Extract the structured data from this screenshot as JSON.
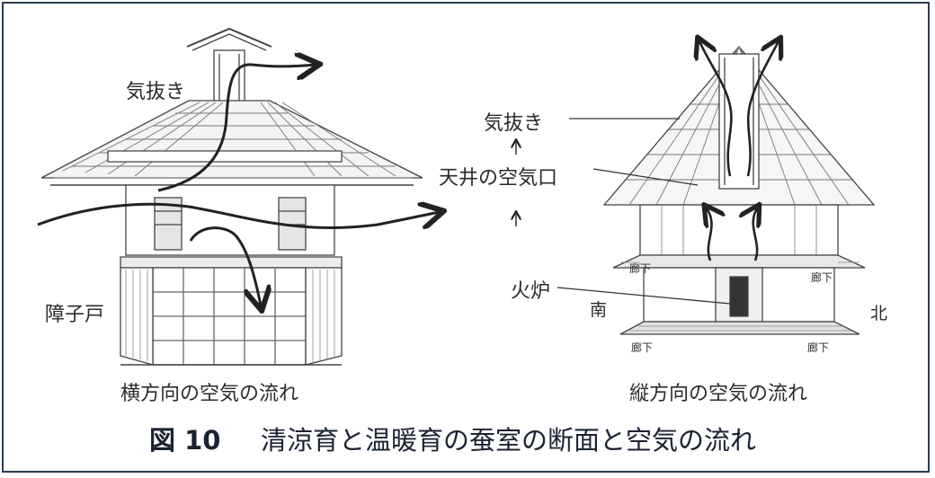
{
  "left_diagram": {
    "label_air_vent": "気抜き",
    "label_shoji_door": "障子戸",
    "subtitle": "横方向の空気の流れ"
  },
  "right_diagram": {
    "label_air_vent": "気抜き",
    "label_ceiling_air_inlet": "天井の空気口",
    "label_fire_pit": "火炉",
    "label_corridor_upper_left": "廊下",
    "label_corridor_upper_right": "廊下",
    "label_corridor_lower_left": "廊下",
    "label_corridor_lower_right": "廊下",
    "label_south": "南",
    "label_north": "北",
    "subtitle": "縦方向の空気の流れ"
  },
  "caption": {
    "number": "図 10",
    "text": "清涼育と温暖育の蚕室の断面と空気の流れ"
  }
}
